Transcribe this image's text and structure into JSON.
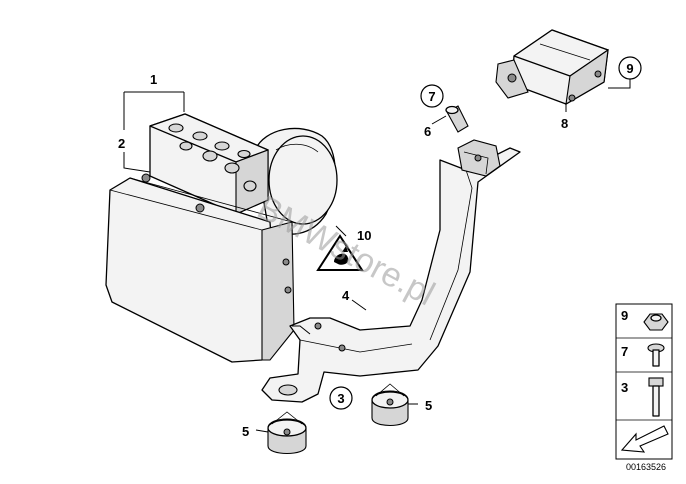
{
  "callouts": {
    "c1": "1",
    "c2": "2",
    "c3": "3",
    "c4": "4",
    "c5a": "5",
    "c5b": "5",
    "c6": "6",
    "c7": "7",
    "c8": "8",
    "c9": "9",
    "c10": "10"
  },
  "legend": {
    "items": [
      "9",
      "7",
      "3"
    ]
  },
  "diagram_id": "00163526",
  "watermark": "BMWstore.pl"
}
